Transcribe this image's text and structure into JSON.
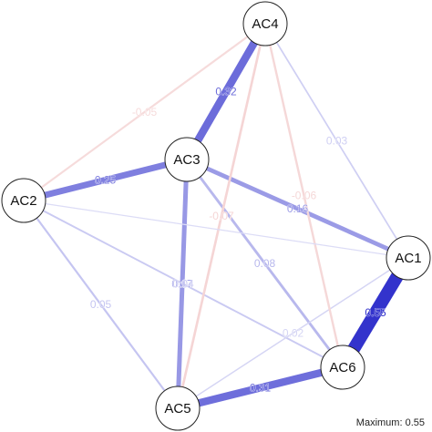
{
  "colors": {
    "positive": "#3333cc",
    "negative": "#e08080",
    "node_fill": "#ffffff",
    "node_stroke": "#222222",
    "background": "#ffffff"
  },
  "nodes": [
    {
      "id": "AC4",
      "label": "AC4"
    },
    {
      "id": "AC3",
      "label": "AC3"
    },
    {
      "id": "AC2",
      "label": "AC2"
    },
    {
      "id": "AC1",
      "label": "AC1"
    },
    {
      "id": "AC6",
      "label": "AC6"
    },
    {
      "id": "AC5",
      "label": "AC5"
    }
  ],
  "edges": [
    {
      "from": "AC1",
      "to": "AC6",
      "weight": 0.55,
      "label": "0.55"
    },
    {
      "from": "AC3",
      "to": "AC4",
      "weight": 0.32,
      "label": "0.32"
    },
    {
      "from": "AC5",
      "to": "AC6",
      "weight": 0.31,
      "label": "0.31"
    },
    {
      "from": "AC2",
      "to": "AC3",
      "weight": 0.25,
      "label": "0.25"
    },
    {
      "from": "AC3",
      "to": "AC5",
      "weight": 0.17,
      "label": "0.17"
    },
    {
      "from": "AC3",
      "to": "AC1",
      "weight": 0.16,
      "label": "0.16"
    },
    {
      "from": "AC3",
      "to": "AC6",
      "weight": 0.08,
      "label": "0.08"
    },
    {
      "from": "AC2",
      "to": "AC5",
      "weight": 0.05,
      "label": "0.05"
    },
    {
      "from": "AC4",
      "to": "AC1",
      "weight": 0.03,
      "label": "0.03"
    },
    {
      "from": "AC2",
      "to": "AC6",
      "weight": 0.04,
      "label": "0.04"
    },
    {
      "from": "AC5",
      "to": "AC1",
      "weight": 0.02,
      "label": "0.02"
    },
    {
      "from": "AC2",
      "to": "AC4",
      "weight": -0.05,
      "label": "-0.05"
    },
    {
      "from": "AC4",
      "to": "AC5",
      "weight": -0.07,
      "label": "-0.07"
    },
    {
      "from": "AC4",
      "to": "AC6",
      "weight": -0.06,
      "label": "-0.06"
    },
    {
      "from": "AC2",
      "to": "AC1",
      "weight": 0.01,
      "label": ""
    }
  ],
  "footer": {
    "maximum_text": "Maximum: 0.55"
  }
}
